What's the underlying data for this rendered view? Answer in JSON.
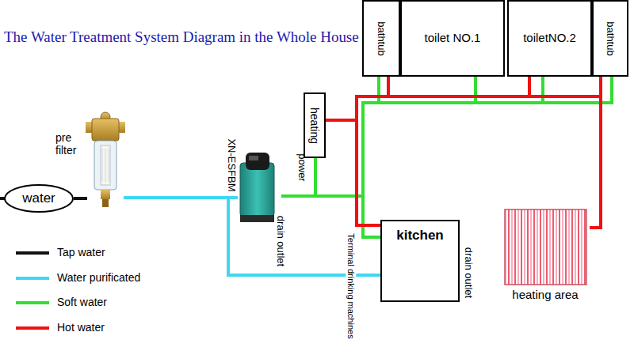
{
  "diagram": {
    "title": "The Water Treatment System Diagram in the Whole House",
    "nodes": [
      {
        "text": [
          "water"
        ]
      },
      {
        "text": [
          "pre filter"
        ]
      },
      {
        "text": [
          "XN-ESFBM"
        ]
      },
      {
        "text": [
          "heating"
        ]
      },
      {
        "text": [
          "bathtub"
        ]
      },
      {
        "text": [
          "toilet NO.1"
        ]
      },
      {
        "text": [
          "toiletNO.2"
        ]
      },
      {
        "text": [
          "bathtub"
        ]
      },
      {
        "text": [
          "kitchen"
        ]
      },
      {
        "text": [
          "heating area"
        ]
      }
    ],
    "edges": [
      {
        "from": 0,
        "to": 1,
        "arrow": "none"
      },
      {
        "from": 1,
        "to": 2,
        "arrow": "none"
      },
      {
        "from": 1,
        "to": 8,
        "arrow": "none"
      },
      {
        "from": 2,
        "to": 3,
        "arrow": "none"
      },
      {
        "from": 2,
        "to": 4,
        "arrow": "none"
      },
      {
        "from": 2,
        "to": 5,
        "arrow": "none"
      },
      {
        "from": 2,
        "to": 6,
        "arrow": "none"
      },
      {
        "from": 2,
        "to": 7,
        "arrow": "none"
      },
      {
        "from": 2,
        "to": 8,
        "arrow": "none"
      },
      {
        "from": 3,
        "to": 4,
        "arrow": "none"
      },
      {
        "from": 3,
        "to": 6,
        "arrow": "none"
      },
      {
        "from": 3,
        "to": 7,
        "arrow": "none"
      },
      {
        "from": 3,
        "to": 8,
        "arrow": "none"
      },
      {
        "from": 3,
        "to": 9,
        "arrow": "none"
      }
    ],
    "labels": [
      "power",
      "drain outlet",
      "Terminal drinking machines",
      "drain outlet"
    ],
    "legend": [
      {
        "text": "Tap water",
        "color": "#111111"
      },
      {
        "text": "Water purificated",
        "color": "#3fd8f0"
      },
      {
        "text": "Soft water",
        "color": "#33dd33"
      },
      {
        "text": "Hot water",
        "color": "#ee1111"
      }
    ]
  }
}
